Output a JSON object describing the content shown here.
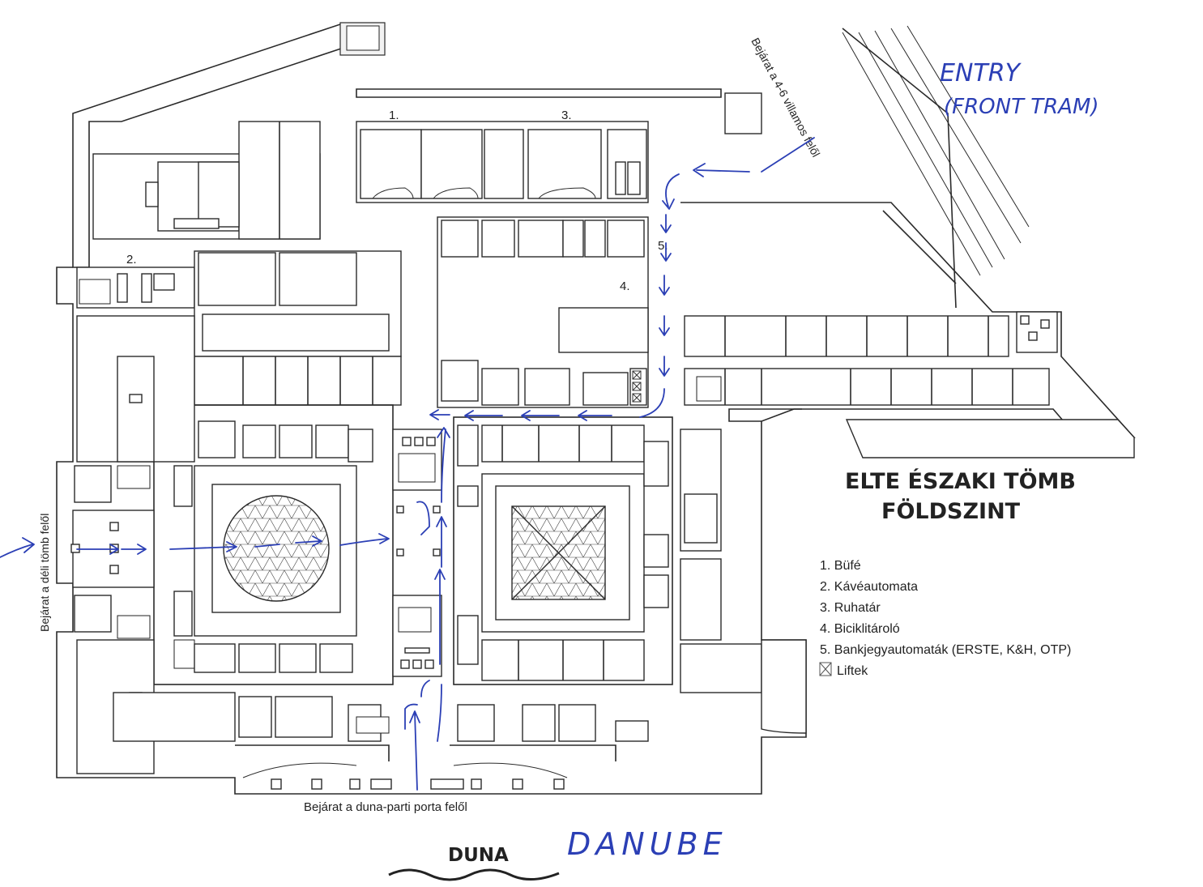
{
  "title": {
    "line1": "ELTE ÉSZAKI TÖMB",
    "line2": "FÖLDSZINT"
  },
  "legend": {
    "items": [
      "1. Büfé",
      "2. Kávéautomata",
      "3. Ruhatár",
      "4. Biciklitároló",
      "5. Bankjegyautomaták (ERSTE, K&H, OTP)"
    ],
    "lift": "Liftek"
  },
  "numbers": {
    "n1": "1.",
    "n2": "2.",
    "n3": "3.",
    "n4": "4.",
    "n5": "5."
  },
  "entrances": {
    "north": "Bejárat a 4-6 villamos felől",
    "west": "Bejárat a déli tömb felől",
    "south": "Bejárat a duna-parti porta felől"
  },
  "river": "DUNA",
  "handwriting": {
    "entry_line1": "ENTRY",
    "entry_line2": "(FRONT TRAM)",
    "danube": "DANUBE"
  },
  "colors": {
    "pen": "#2b3fb5",
    "ink": "#2a2a2a"
  },
  "icons": [
    "stair-icon",
    "lift-icon",
    "arrow-icon"
  ]
}
